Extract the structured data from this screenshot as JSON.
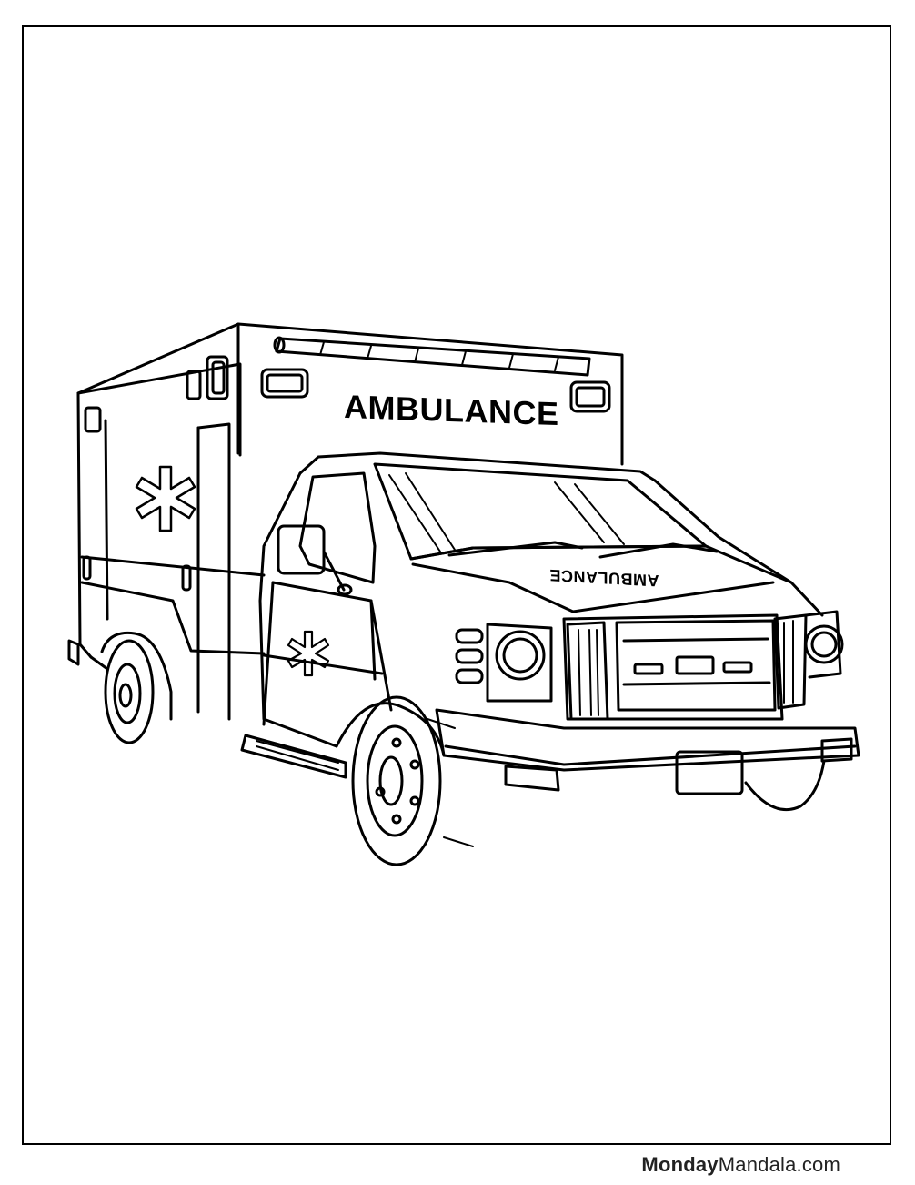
{
  "colors": {
    "line": "#000000",
    "paper": "#ffffff",
    "footer_text": "#222222"
  },
  "artwork": {
    "box_label": "AMBULANCE",
    "hood_label_mirrored": "AMBULANCE"
  },
  "footer": {
    "brand_bold": "Monday",
    "brand_regular": "Mandala.com"
  },
  "icons": {
    "star_of_life": "star-of-life-icon"
  }
}
